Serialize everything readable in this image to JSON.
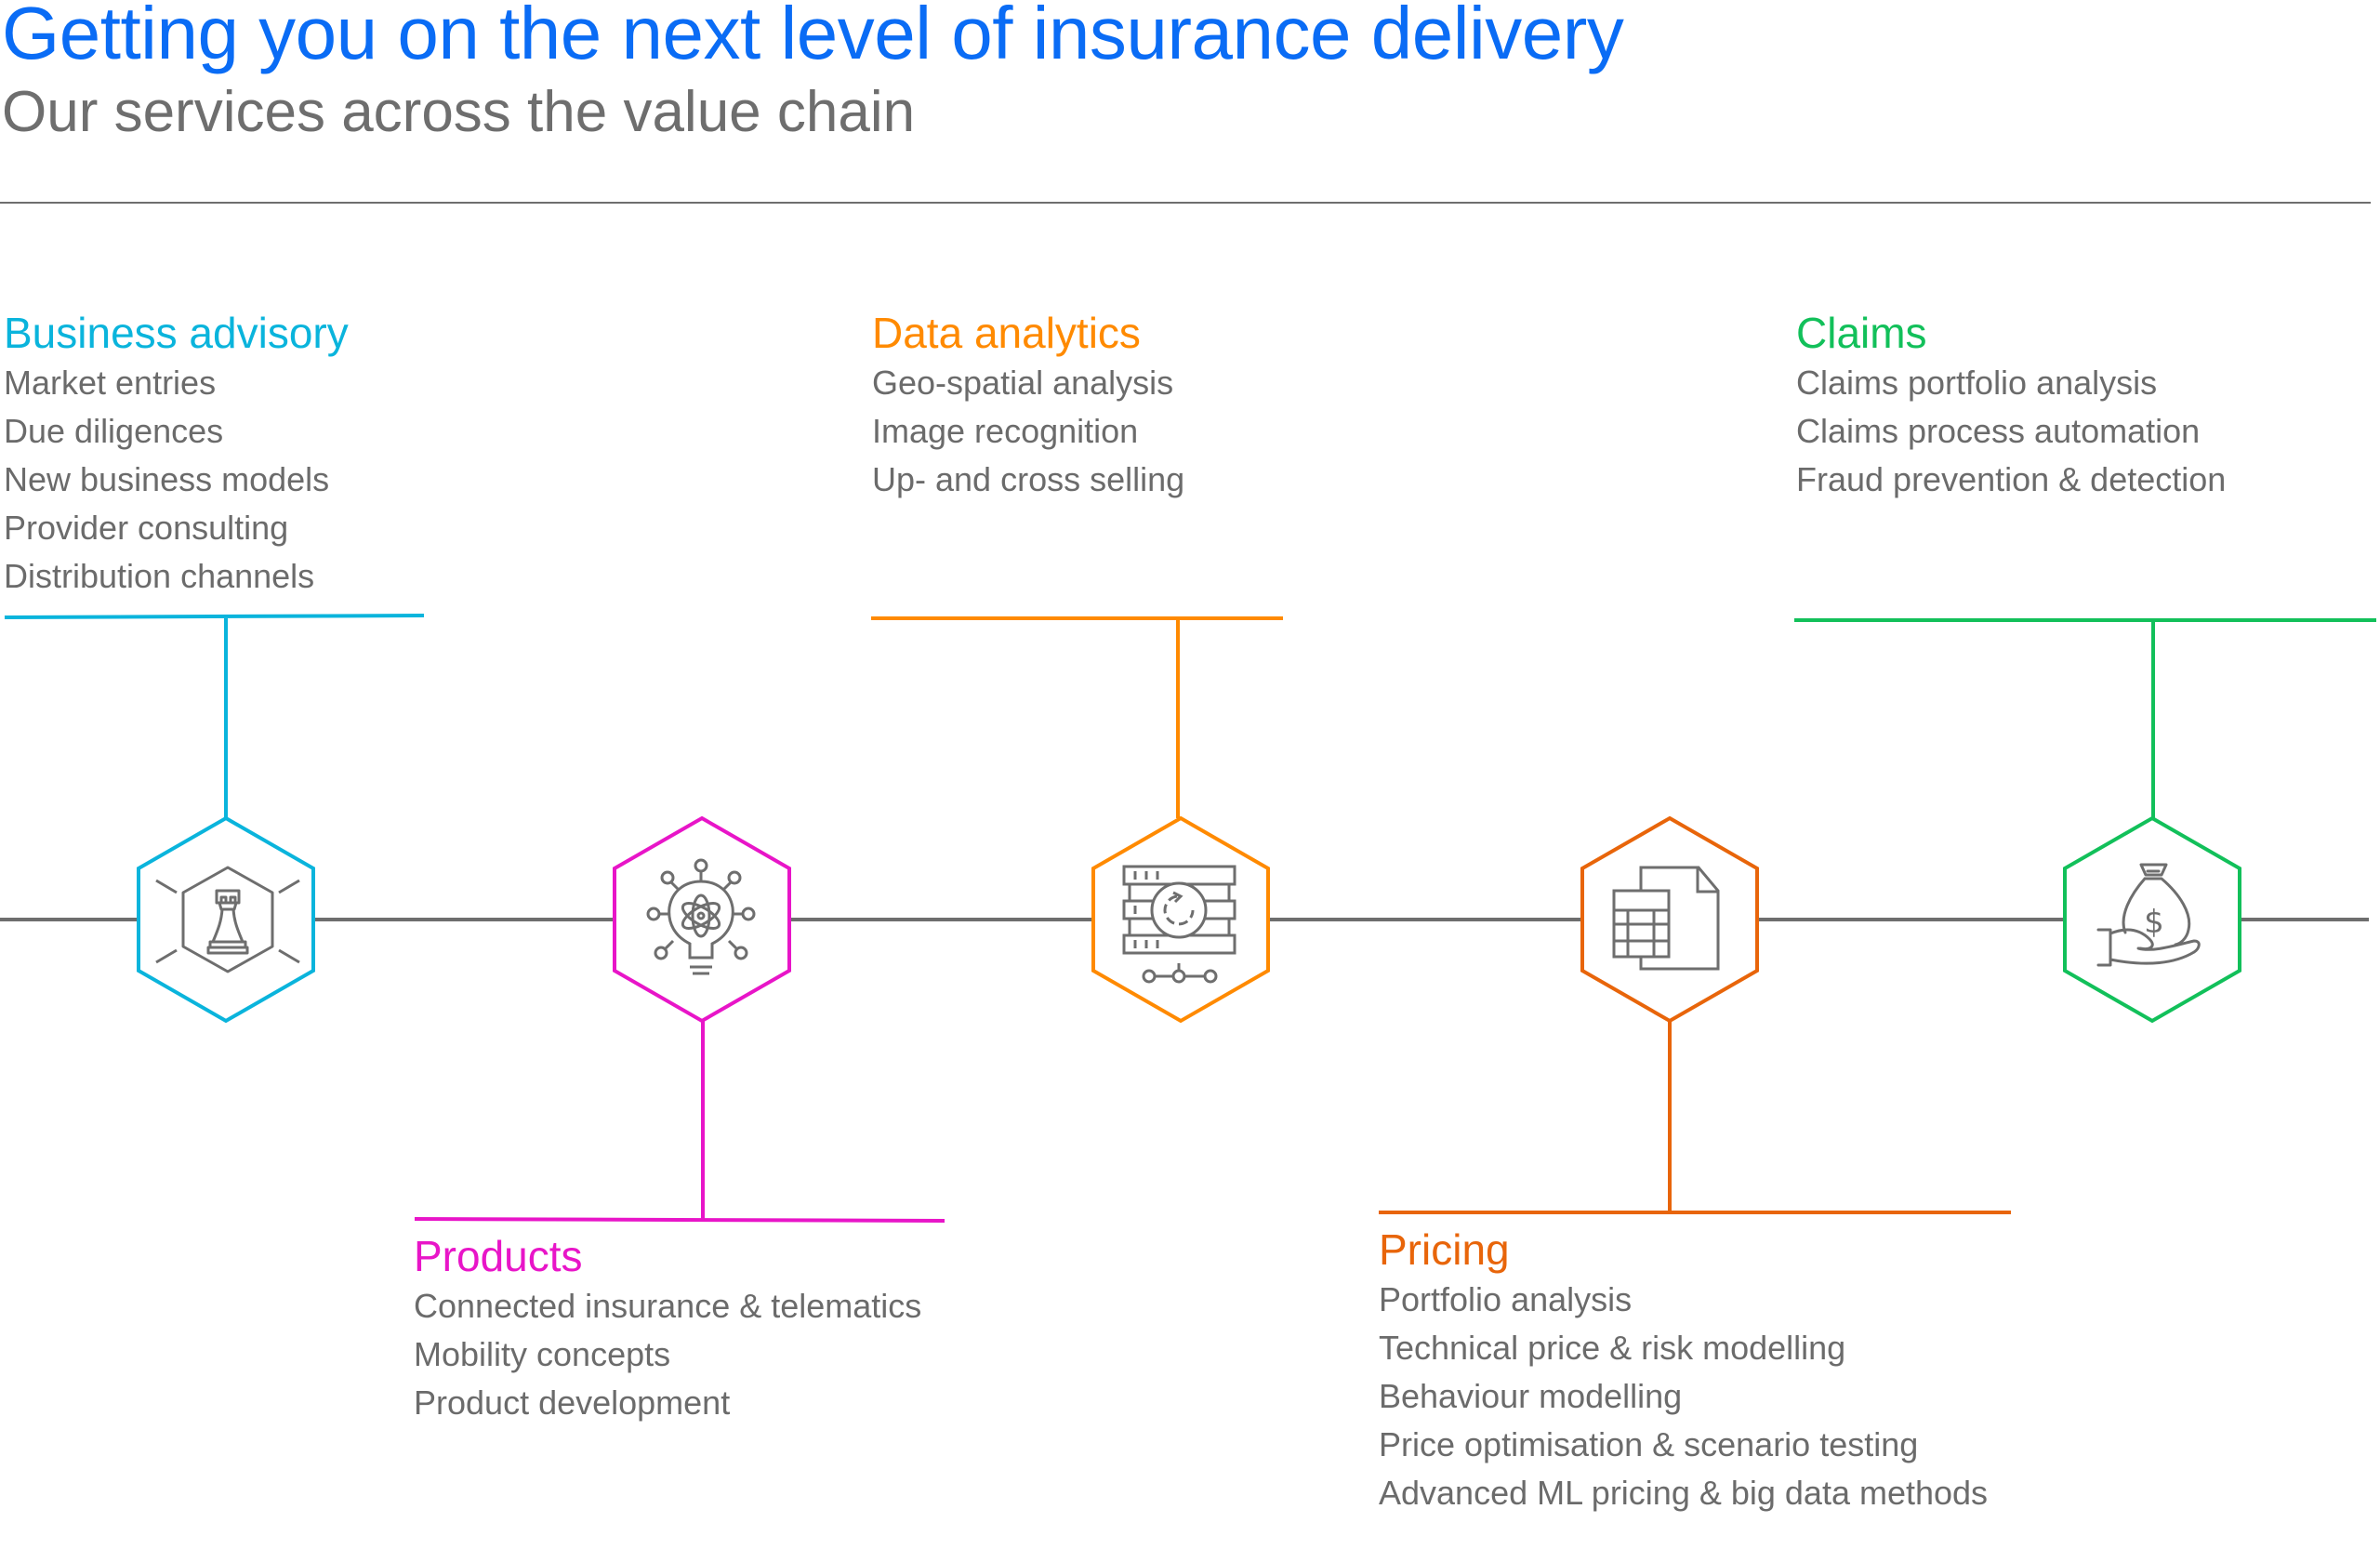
{
  "header": {
    "title": "Getting you on the next level of insurance delivery",
    "subtitle": "Our services across the value chain"
  },
  "colors": {
    "title": "#0a6cf5",
    "subtitle": "#6e6e6e",
    "timeline": "#6e6e6e",
    "icon_stroke": "#6e6e6e",
    "body_text": "#6b6b6b"
  },
  "services": [
    {
      "id": "business-advisory",
      "heading": "Business advisory",
      "color": "#0ab4dc",
      "position": "above",
      "icon": "chess-rook-icon",
      "items": [
        "Market entries",
        "Due diligences",
        "New business models",
        "Provider consulting",
        "Distribution channels"
      ]
    },
    {
      "id": "products",
      "heading": "Products",
      "color": "#e815c8",
      "position": "below",
      "icon": "lightbulb-atom-icon",
      "items": [
        "Connected insurance & telematics",
        "Mobility concepts",
        "Product development"
      ]
    },
    {
      "id": "data-analytics",
      "heading": "Data analytics",
      "color": "#ff8a00",
      "position": "above",
      "icon": "server-sync-icon",
      "items": [
        "Geo-spatial analysis",
        "Image recognition",
        "Up- and cross selling"
      ]
    },
    {
      "id": "pricing",
      "heading": "Pricing",
      "color": "#e8650a",
      "position": "below",
      "icon": "spreadsheet-document-icon",
      "items": [
        "Portfolio analysis",
        "Technical price & risk modelling",
        "Behaviour modelling",
        "Price optimisation & scenario testing",
        "Advanced ML pricing & big data methods"
      ]
    },
    {
      "id": "claims",
      "heading": "Claims",
      "color": "#12c05a",
      "position": "above",
      "icon": "money-bag-hand-icon",
      "items": [
        "Claims portfolio analysis",
        "Claims process automation",
        "Fraud prevention & detection"
      ]
    }
  ]
}
